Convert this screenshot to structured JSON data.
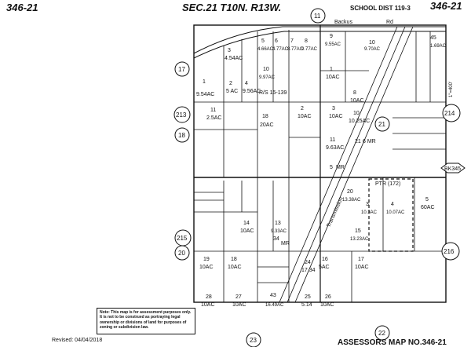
{
  "header": {
    "left_map_no": "346-21",
    "section_title": "SEC.21 T10N. R13W.",
    "school_dist": "SCHOOL DIST 119-3",
    "right_map_no": "346-21",
    "road_name": "Backus",
    "road_rd": "Rd"
  },
  "edge_circles": [
    "11",
    "17",
    "18",
    "213",
    "214",
    "215",
    "216",
    "20",
    "21",
    "22",
    "23"
  ],
  "book_ref": "BK345",
  "parcels_left_col": [
    {
      "no": "1",
      "area": "9.54AC"
    },
    {
      "no": "3",
      "area": "4.54AC"
    },
    {
      "no": "2",
      "area": "5 AC"
    },
    {
      "no": "4",
      "area": "9.56AC"
    }
  ],
  "parcels_top_row": [
    {
      "no": "5",
      "area": "4.66AC"
    },
    {
      "no": "6",
      "area": "4.77AC"
    },
    {
      "no": "7",
      "area": "8.77AC"
    },
    {
      "no": "8",
      "area": "9.77AC"
    },
    {
      "no": "9",
      "area": "9.55AC"
    },
    {
      "no": "10",
      "area": "9.70AC"
    }
  ],
  "parcels_misc": [
    {
      "no": "10",
      "area": "9.97AC"
    },
    {
      "no": "11",
      "area": "2.5AC"
    },
    {
      "no": "18",
      "area": "20AC"
    },
    {
      "no": "1",
      "area": "10AC"
    },
    {
      "no": "2",
      "area": "10AC"
    },
    {
      "no": "3",
      "area": "10AC"
    },
    {
      "no": "8",
      "area": "10AC"
    },
    {
      "no": "10",
      "area": "10.25AC"
    },
    {
      "no": "11",
      "area": "9.63AC"
    },
    {
      "no": "21",
      "area": "6 MR"
    },
    {
      "no": "5",
      "area": "MR"
    },
    {
      "no": "20",
      "area": "13.38AC"
    },
    {
      "no": "3",
      "area": "10.3AC"
    },
    {
      "no": "4",
      "area": "10.07AC"
    },
    {
      "no": "5",
      "area": "60AC"
    },
    {
      "no": "15",
      "area": "13.23AC"
    },
    {
      "no": "14",
      "area": "10AC"
    },
    {
      "no": "13",
      "area": "9.33AC"
    },
    {
      "no": "34",
      "area": "MR"
    },
    {
      "no": "19",
      "area": "10AC"
    },
    {
      "no": "18",
      "area": "10AC"
    },
    {
      "no": "16",
      "area": "5AC"
    },
    {
      "no": "17",
      "area": "10AC"
    },
    {
      "no": "24",
      "area": "17.34"
    },
    {
      "no": "25",
      "area": "5.14"
    },
    {
      "no": "43",
      "area": "16.49AC"
    },
    {
      "no": "28",
      "area": "10AC"
    },
    {
      "no": "27",
      "area": "10AC"
    },
    {
      "no": "26",
      "area": "10AC"
    },
    {
      "no": "45",
      "area": "1.69AC"
    }
  ],
  "survey_ref": "R/S 15-139",
  "transmission_label": "Transmission",
  "ptr_label": "PTR (172)",
  "scale_label": "1\"=400'",
  "note_text": "Note: This map is for assessment purposes only. It is not to be construed as portraying legal ownership or divisions of land for purposes of zoning or subdivision law.",
  "revised": "Revised: 04/04/2018",
  "footer_title": "ASSESSORS MAP NO.346-21"
}
